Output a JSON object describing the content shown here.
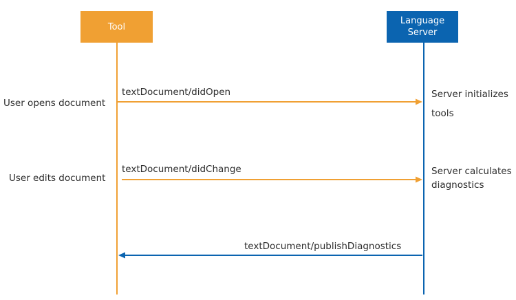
{
  "colors": {
    "tool": "#f0a033",
    "server": "#0b64b0",
    "text": "#2d2d2d"
  },
  "participants": {
    "tool": {
      "label": "Tool"
    },
    "server": {
      "label": "Language\nServer"
    }
  },
  "events": [
    {
      "label": "User opens document"
    },
    {
      "label": "User edits document"
    }
  ],
  "messages": [
    {
      "label": "textDocument/didOpen",
      "direction": "tool-to-server"
    },
    {
      "label": "textDocument/didChange",
      "direction": "tool-to-server"
    },
    {
      "label": "textDocument/publishDiagnostics",
      "direction": "server-to-tool"
    }
  ],
  "server_notes": [
    {
      "line1": "Server initializes",
      "line2": "tools"
    },
    {
      "line1": "Server calculates",
      "line2": "diagnostics"
    }
  ]
}
